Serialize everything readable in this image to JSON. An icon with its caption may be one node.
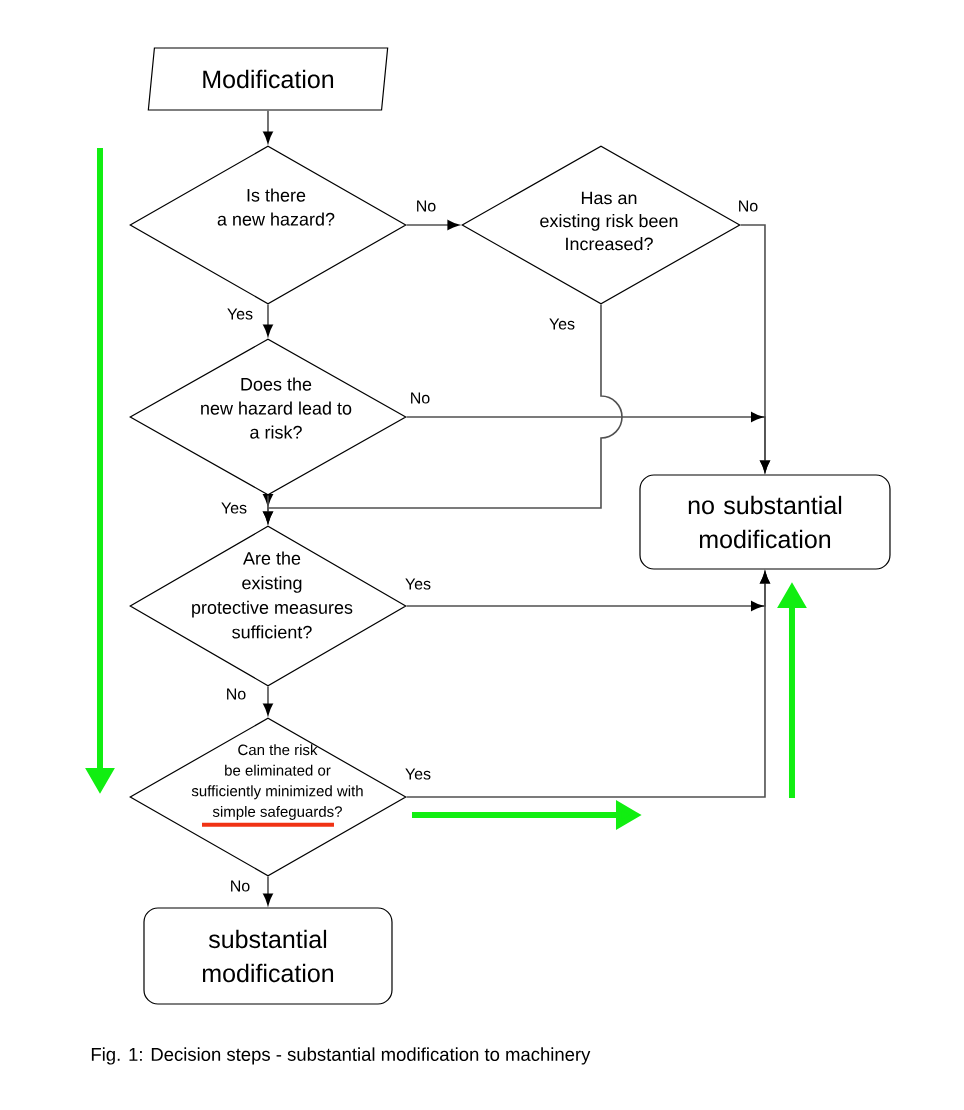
{
  "diagram": {
    "caption": "Fig. 1: Decision steps - substantial modification to machinery",
    "nodes": [
      {
        "text": [
          "Modification"
        ]
      },
      {
        "text": [
          "Is there a new hazard?"
        ]
      },
      {
        "text": [
          "Has an existing risk been Increased?"
        ]
      },
      {
        "text": [
          "Does the new hazard lead to a risk?"
        ]
      },
      {
        "text": [
          "Are the existing protective measures sufficient?"
        ]
      },
      {
        "text": [
          "Can the risk be eliminated or sufficiently minimized with simple safeguards?"
        ]
      },
      {
        "text": [
          "no substantial modification"
        ]
      },
      {
        "text": [
          "substantial modification"
        ]
      }
    ],
    "edges": [
      {
        "from": 0,
        "to": 1,
        "arrow": "to"
      },
      {
        "from": 1,
        "to": 2,
        "arrow": "to",
        "label": "No"
      },
      {
        "from": 1,
        "to": 3,
        "arrow": "to",
        "label": "Yes"
      },
      {
        "from": 2,
        "to": 6,
        "arrow": "to",
        "label": "No"
      },
      {
        "from": 2,
        "to": 4,
        "arrow": "to",
        "label": "Yes"
      },
      {
        "from": 3,
        "to": 6,
        "arrow": "to",
        "label": "No"
      },
      {
        "from": 3,
        "to": 4,
        "arrow": "to",
        "label": "Yes"
      },
      {
        "from": 4,
        "to": 6,
        "arrow": "to",
        "label": "Yes"
      },
      {
        "from": 4,
        "to": 5,
        "arrow": "to",
        "label": "No"
      },
      {
        "from": 5,
        "to": 6,
        "arrow": "to",
        "label": "Yes"
      },
      {
        "from": 5,
        "to": 7,
        "arrow": "to",
        "label": "No"
      }
    ]
  }
}
